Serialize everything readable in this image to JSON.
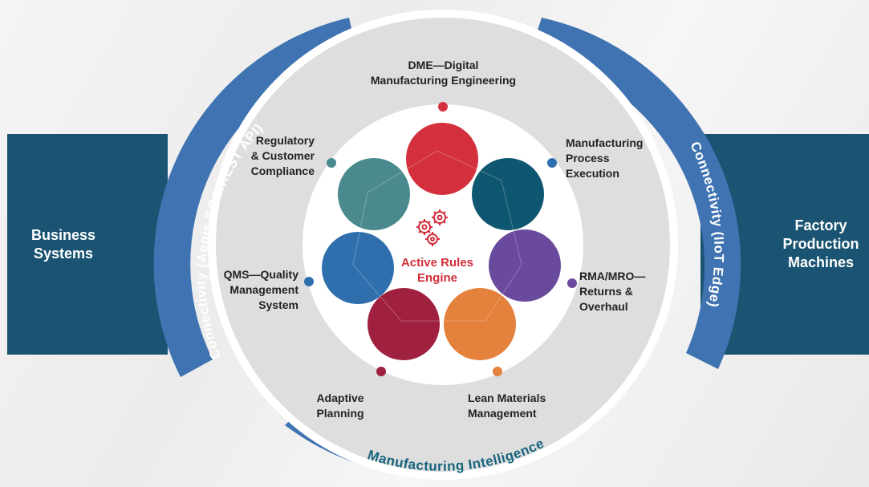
{
  "left_box": {
    "label": "Business\nSystems"
  },
  "right_box": {
    "label": "Factory\nProduction\nMachines"
  },
  "ring": {
    "left_arc_label": "Connectivity (Aegis SOA/REST API)",
    "right_arc_label": "Connectivity (IIoT Edge)",
    "bottom_arc_label": "Manufacturing Intelligence"
  },
  "center": {
    "label": "Active Rules\nEngine",
    "icon": "gears-icon"
  },
  "modules": [
    {
      "label": "DME—Digital\nManufacturing Engineering",
      "color": "#d42f3c"
    },
    {
      "label": "Manufacturing\nProcess\nExecution",
      "color": "#0f5670"
    },
    {
      "label": "RMA/MRO—\nReturns &\nOverhaul",
      "color": "#6a4a9c"
    },
    {
      "label": "Lean Materials\nManagement",
      "color": "#e4813c"
    },
    {
      "label": "Adaptive\nPlanning",
      "color": "#a0213f"
    },
    {
      "label": "QMS—Quality\nManagement\nSystem",
      "color": "#2f6fae"
    },
    {
      "label": "Regulatory\n& Customer\nCompliance",
      "color": "#4a8a8e"
    }
  ],
  "colors": {
    "ring_blue": "#3f73b1",
    "box_teal": "#1a5472",
    "accent_red": "#d12e3a",
    "arc_text_teal": "#17647d"
  }
}
